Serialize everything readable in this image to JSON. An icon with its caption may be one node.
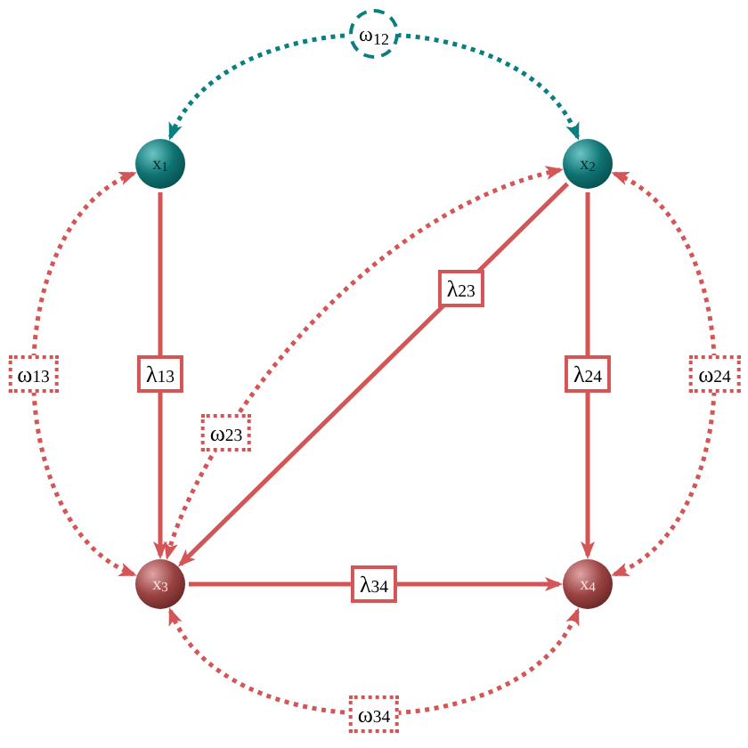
{
  "diagram": {
    "nodes": [
      {
        "text": [
          "x$_{1}$"
        ]
      },
      {
        "text": [
          "x$_{2}$"
        ]
      },
      {
        "text": [
          "x$_{3}$"
        ]
      },
      {
        "text": [
          "x$_{4}$"
        ]
      }
    ],
    "edges": [
      {
        "from": 0,
        "to": 1,
        "arrow": "both",
        "label": "ω$_{12}$",
        "style": "dashed",
        "color": "#0b7f7f"
      },
      {
        "from": 0,
        "to": 2,
        "arrow": "both",
        "label": "ω$_{13}$",
        "style": "dashed"
      },
      {
        "from": 0,
        "to": 2,
        "arrow": "to",
        "label": "λ$_{13}$"
      },
      {
        "from": 1,
        "to": 2,
        "arrow": "both",
        "label": "ω$_{23}$",
        "style": "dashed"
      },
      {
        "from": 1,
        "to": 2,
        "arrow": "to",
        "label": "λ$_{23}$"
      },
      {
        "from": 1,
        "to": 3,
        "arrow": "to",
        "label": "λ$_{24}$"
      },
      {
        "from": 1,
        "to": 3,
        "arrow": "both",
        "label": "ω$_{24}$",
        "style": "dashed"
      },
      {
        "from": 2,
        "to": 3,
        "arrow": "to",
        "label": "λ$_{34}$"
      },
      {
        "from": 2,
        "to": 3,
        "arrow": "both",
        "label": "ω$_{34}$",
        "style": "dashed"
      }
    ]
  }
}
